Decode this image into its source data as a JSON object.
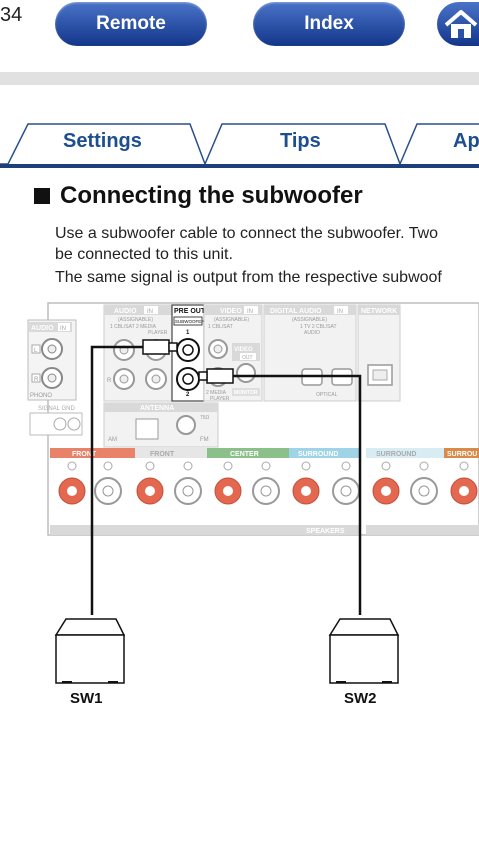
{
  "header": {
    "page_number": "34",
    "remote_label": "Remote",
    "index_label": "Index",
    "home_icon": "home-icon"
  },
  "tabs": [
    {
      "label": "Settings"
    },
    {
      "label": "Tips"
    },
    {
      "label": "Ap"
    }
  ],
  "section": {
    "title": "Connecting the subwoofer",
    "paragraph_line1": "Use a subwoofer cable to connect the subwoofer. Two",
    "paragraph_line2": "be connected to this unit.",
    "paragraph_line3": "The same signal is output from the respective subwoof"
  },
  "diagram": {
    "audio_in_label": "AUDIO",
    "audio_in_badge": "IN",
    "audio_assignable_label": "AUDIO",
    "audio_assignable_badge": "IN",
    "audio_assignable_sub": "(ASSIGNABLE)",
    "audio_sources": "1 CBL/SAT  2 MEDIA",
    "audio_sources2": "PLAYER",
    "pre_out_label": "PRE OUT",
    "subwoofer_label": "SUBWOOFER",
    "sw_port1": "1",
    "sw_port2": "2",
    "video_label": "VIDEO",
    "video_badge": "IN",
    "video_sub": "(ASSIGNABLE)",
    "video_src1": "1 CBL/SAT",
    "video_out_label": "VIDEO",
    "video_out_badge": "OUT",
    "monitor_label": "MONITOR",
    "video_src2": "2 MEDIA",
    "video_src2b": "PLAYER",
    "digital_audio_label": "DIGITAL AUDIO",
    "digital_audio_badge": "IN",
    "digital_sub": "(ASSIGNABLE)",
    "digital_src": "1  TV    2 CBL/SAT",
    "digital_src2": "AUDIO",
    "optical_label": "OPTICAL",
    "network_label": "NETWORK",
    "phono_label": "PHONO",
    "signal_gnd_label": "SIGNAL GND",
    "antenna_label": "ANTENNA",
    "am_label": "AM",
    "fm_label": "FM",
    "ohm_label": "75Ω",
    "l_label": "L",
    "r_label": "R",
    "front_r_label": "FRONT",
    "front_l_label": "FRONT",
    "center_label": "CENTER",
    "surround_r_label": "SURROUND",
    "surround_l_label": "SURROUND",
    "surround_back_label": "SURROU",
    "speakers_label": "SPEAKERS",
    "sw1_label": "SW1",
    "sw2_label": "SW2",
    "colors": {
      "front": "#e8836a",
      "center": "#8cc08a",
      "surround": "#9ed3e8",
      "surround_back": "#d98a4a",
      "terminal": "#e4674f",
      "panel": "#d6d6d6"
    }
  }
}
